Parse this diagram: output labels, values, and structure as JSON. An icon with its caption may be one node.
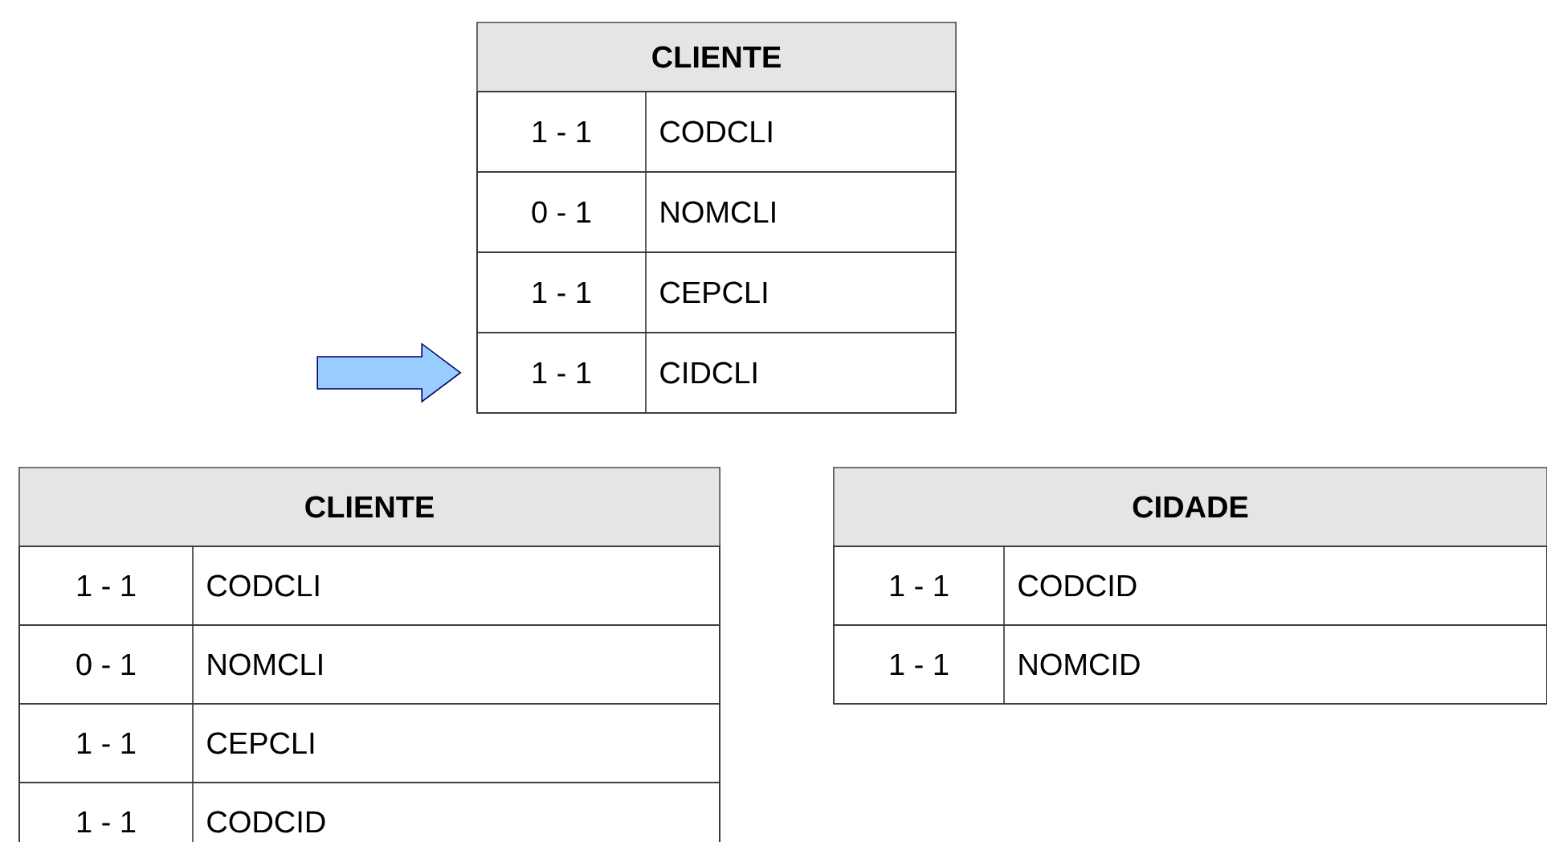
{
  "diagram": {
    "nodes": [
      {
        "text": [
          "CLIENTE"
        ]
      },
      {
        "text": [
          "1 - 1",
          "CODCLI"
        ],
        "in": 0
      },
      {
        "text": [
          "0 - 1",
          "NOMCLI"
        ],
        "in": 0
      },
      {
        "text": [
          "1 - 1",
          "CEPCLI"
        ],
        "in": 0
      },
      {
        "text": [
          "1 - 1",
          "CIDCLI"
        ],
        "in": 0
      },
      {
        "text": [
          "CLIENTE"
        ]
      },
      {
        "text": [
          "1 - 1",
          "CODCLI"
        ],
        "in": 5
      },
      {
        "text": [
          "0 - 1",
          "NOMCLI"
        ],
        "in": 5
      },
      {
        "text": [
          "1 - 1",
          "CEPCLI"
        ],
        "in": 5
      },
      {
        "text": [
          "1 - 1",
          "CODCID"
        ],
        "in": 5
      },
      {
        "text": [
          "CIDADE"
        ]
      },
      {
        "text": [
          "1 - 1",
          "CODCID"
        ],
        "in": 10
      },
      {
        "text": [
          "1 - 1",
          "NOMCID"
        ],
        "in": 10
      }
    ],
    "edges": [
      {
        "from": null,
        "to": 4,
        "arrow": "to",
        "color": "#99ccff"
      }
    ]
  }
}
